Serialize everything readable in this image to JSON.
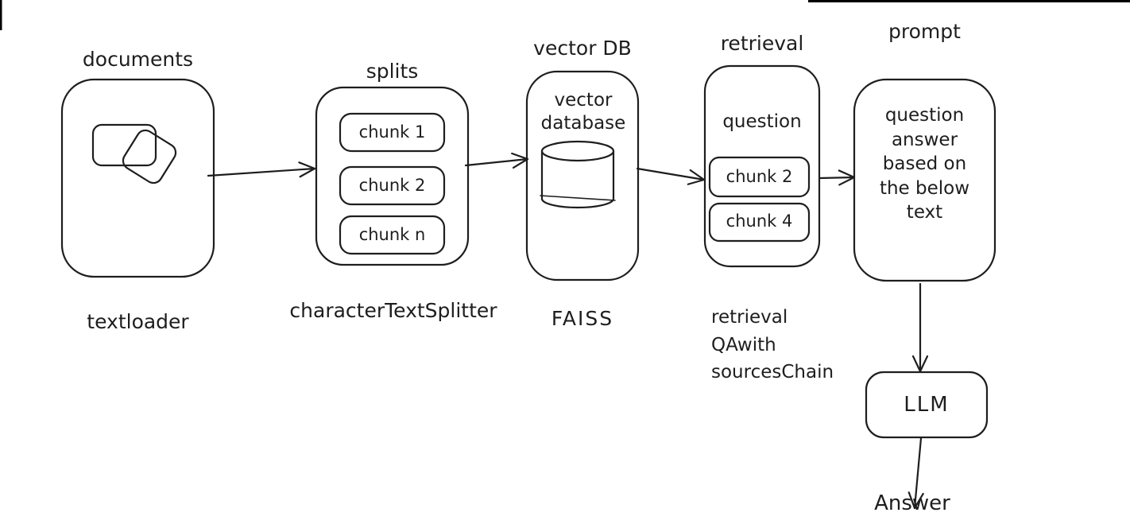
{
  "diagram": {
    "colors": {
      "ink": "#1e1e1e",
      "background": "#ffffff"
    },
    "documents": {
      "label": "documents",
      "caption": "textloader"
    },
    "splits": {
      "label": "splits",
      "caption": "characterTextSplitter",
      "chunks": [
        "chunk 1",
        "chunk 2",
        "chunk n"
      ]
    },
    "vector_db": {
      "label": "vector DB",
      "inner": "vector database",
      "caption": "FAISS"
    },
    "retrieval": {
      "label": "retrieval",
      "inner_title": "question",
      "chunks": [
        "chunk 2",
        "chunk 4"
      ],
      "caption_lines": [
        "retrieval",
        "QAwith",
        "sourcesChain"
      ]
    },
    "prompt": {
      "label": "prompt",
      "inner_lines": [
        "question",
        "answer",
        "based on",
        "the below",
        "text"
      ]
    },
    "llm": {
      "label": "LLM"
    },
    "answer": {
      "label": "Answer"
    }
  }
}
